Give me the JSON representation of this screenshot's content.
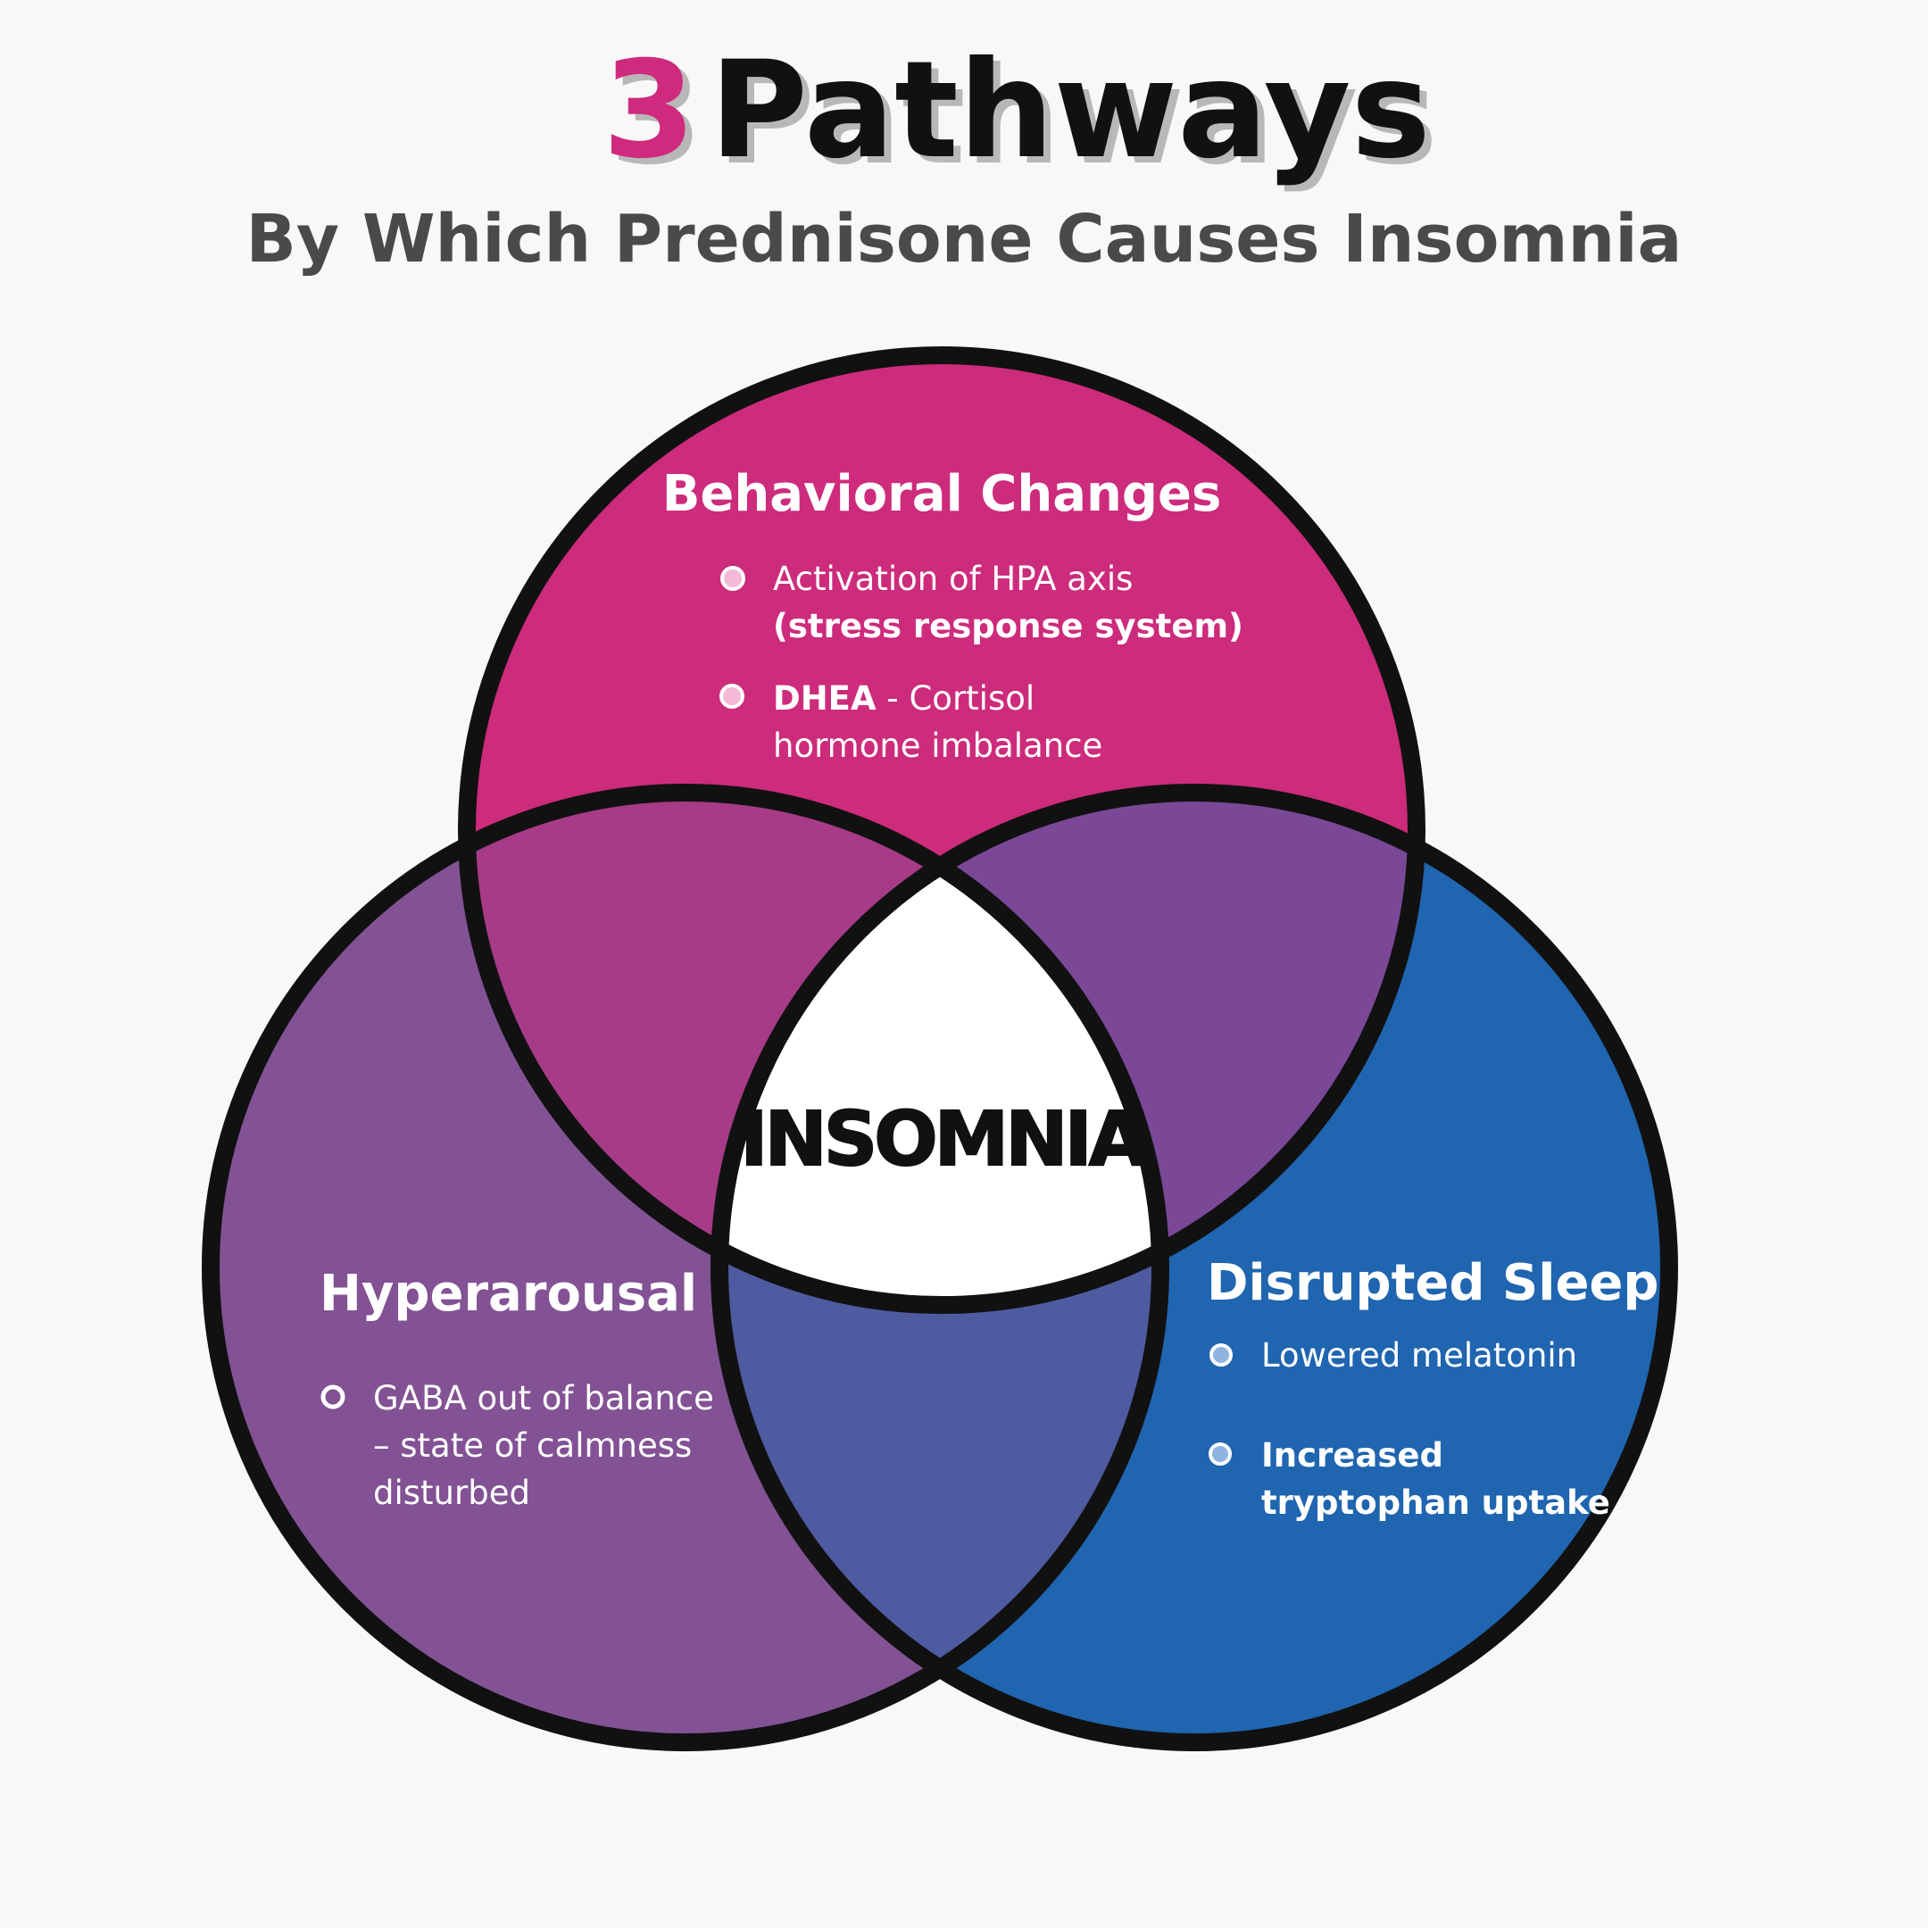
{
  "title": {
    "number": "3",
    "word": "Pathways",
    "subtitle": "By Which Prednisone Causes Insomnia"
  },
  "colors": {
    "accent_pink": "#cf2a7e",
    "top_circle": "#cd2b7c",
    "left_circle": "#825294",
    "right_circle": "#1f65b0",
    "top_left_overlap": "#a73b88",
    "top_right_overlap": "#7a4897",
    "bottom_overlap": "#4e5ba0",
    "center": "#ffffff",
    "outline": "#111111",
    "background": "#f8f8f8"
  },
  "center": {
    "label": "INSOMNIA"
  },
  "circles": {
    "behavioral": {
      "title": "Behavioral Changes",
      "bullets": [
        {
          "line1": "Activation of HPA axis",
          "line2": "(stress response system)"
        },
        {
          "line1_bold": "DHEA",
          "line1_rest": " - Cortisol",
          "line2": "hormone imbalance"
        }
      ]
    },
    "hyperarousal": {
      "title": "Hyperarousal",
      "bullets": [
        {
          "line1": "GABA out of balance",
          "line2": "– state of calmness",
          "line3": "disturbed"
        }
      ]
    },
    "disrupted": {
      "title": "Disrupted Sleep",
      "bullets": [
        {
          "line1": "Lowered melatonin"
        },
        {
          "line1": "Increased",
          "line2": "tryptophan uptake"
        }
      ]
    }
  }
}
